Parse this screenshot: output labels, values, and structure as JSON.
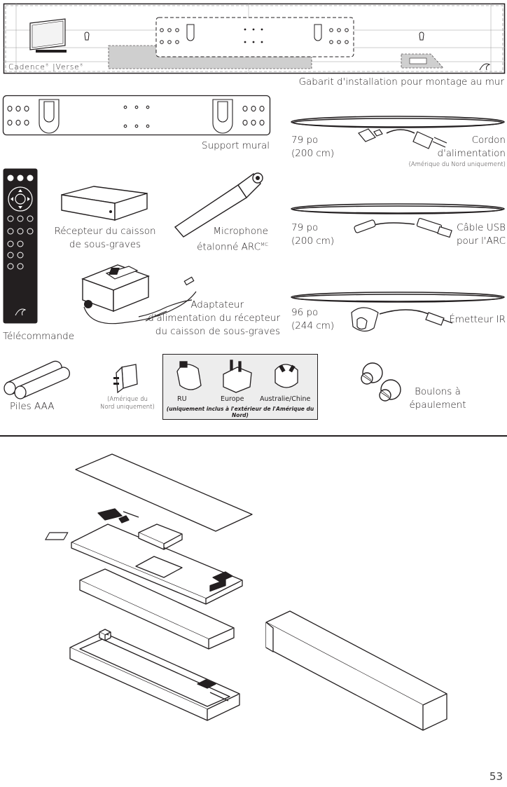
{
  "template": {
    "brand": "Cadence",
    "brand_sep": "|",
    "brand2": "Verse",
    "caption": "Gabarit d'installation pour montage au mur"
  },
  "mount": {
    "caption": "Support mural"
  },
  "cords": {
    "power": {
      "length_po": "79 po",
      "length_cm": "(200 cm)",
      "label1": "Cordon",
      "label2": "d'alimentation",
      "note": "(Amérique du Nord uniquement)"
    },
    "usb": {
      "length_po": "79 po",
      "length_cm": "(200 cm)",
      "label1": "Câble USB",
      "label2": "pour l'ARC"
    },
    "ir": {
      "length_po": "96 po",
      "length_cm": "(244 cm)",
      "label": "Émetteur IR"
    }
  },
  "remote": {
    "caption": "Télécommande"
  },
  "subwoofer_receiver": {
    "line1": "Récepteur du caisson",
    "line2": "de sous-graves"
  },
  "microphone": {
    "line1": "Microphone",
    "line2": "étalonné ARC",
    "sup": "MC"
  },
  "adapter": {
    "line1": "Adaptateur",
    "line2": "d'alimentation du récepteur",
    "line3": "du caisson de sous-graves"
  },
  "batteries": {
    "caption": "Piles AAA"
  },
  "plug_na": {
    "line1": "(Amérique du",
    "line2": "Nord uniquement)"
  },
  "plugs": {
    "uk": "RU",
    "eu": "Europe",
    "au": "Australie/Chine",
    "note": "(uniquement inclus à l'extérieur de l'Amérique du Nord)"
  },
  "bolts": {
    "line1": "Boulons à",
    "line2": "épaulement"
  },
  "page_number": "53"
}
